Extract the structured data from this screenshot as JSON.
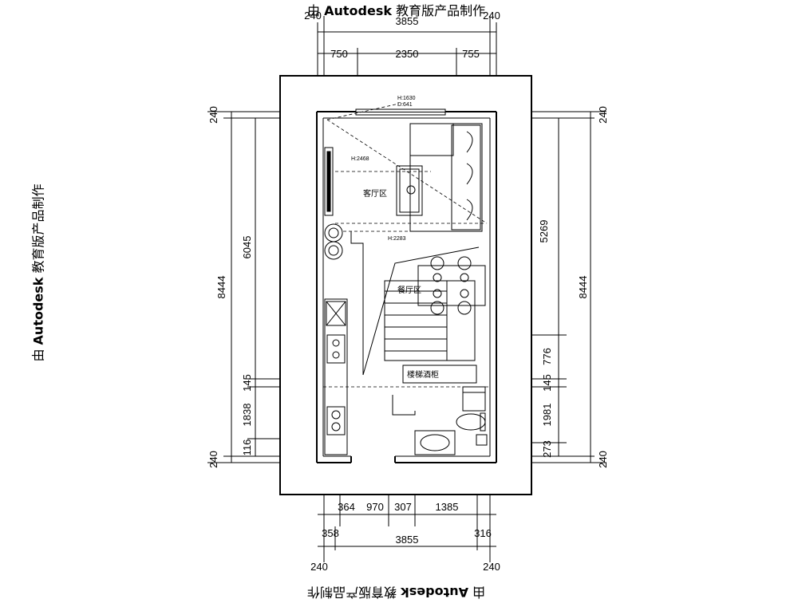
{
  "watermark": {
    "prefix": "由",
    "brand": "Autodesk",
    "suffix": "教育版产品制作"
  },
  "dimensions": {
    "top_total": "3855",
    "top_wall_left": "240",
    "top_wall_right": "240",
    "top_seg1": "750",
    "top_seg2": "2350",
    "top_seg3": "755",
    "bottom_seg1": "364",
    "bottom_seg2": "970",
    "bottom_seg3": "307",
    "bottom_seg4": "1385",
    "bottom_left": "358",
    "bottom_total": "3855",
    "bottom_right": "316",
    "bottom_wall_left": "240",
    "bottom_wall_right": "240",
    "left_top_wall": "240",
    "left_total": "8444",
    "left_seg1": "6045",
    "left_seg2": "145",
    "left_seg3": "1838",
    "left_seg4": "116",
    "left_bottom_wall": "240",
    "right_top_wall": "240",
    "right_total": "8444",
    "right_seg1": "5269",
    "right_seg2": "776",
    "right_seg3": "145",
    "right_seg4": "1981",
    "right_seg5": "273",
    "right_bottom_wall": "240"
  },
  "rooms": {
    "living": "客厅区",
    "dining": "餐厅区",
    "cabinet": "楼梯酒柜"
  },
  "annotations": {
    "h1630": "H:1630",
    "d641": "D:641",
    "h2468": "H:2468",
    "h2283": "H:2283"
  }
}
